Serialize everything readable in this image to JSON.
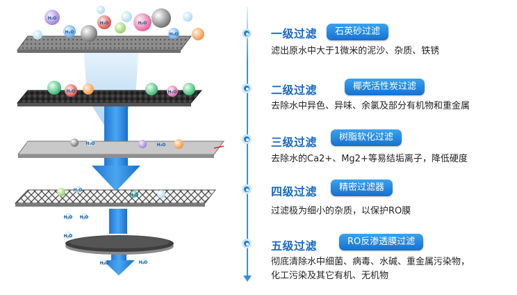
{
  "colors": {
    "accent": "#1869c6",
    "tag": "#1d7fd3",
    "arrow": "#2f8ae0"
  },
  "ball_label": "H₂O",
  "stages": [
    {
      "level": "一级过滤",
      "tag": "石英砂过滤",
      "lines": [
        "滤出原水中大于1微米的泥沙、杂质、铁锈"
      ]
    },
    {
      "level": "二级过滤",
      "tag": "椰壳活性炭过滤",
      "lines": [
        "去除水中异色、异味、余氯及部分有机物和重金属"
      ]
    },
    {
      "level": "三级过滤",
      "tag": "树脂软化过滤",
      "lines": [
        "去除水的Ca2+、Mg2+等易结垢离子，降低硬度"
      ]
    },
    {
      "level": "四级过滤",
      "tag": "精密过滤器",
      "lines": [
        "过滤极为细小的杂质，以保护RO膜"
      ]
    },
    {
      "level": "五级过滤",
      "tag": "RO反渗透膜过滤",
      "lines": [
        "彻底清除水中细菌、病毒、水碱、重金属污染物，",
        "化工污染及其它有机、无机物"
      ]
    }
  ]
}
